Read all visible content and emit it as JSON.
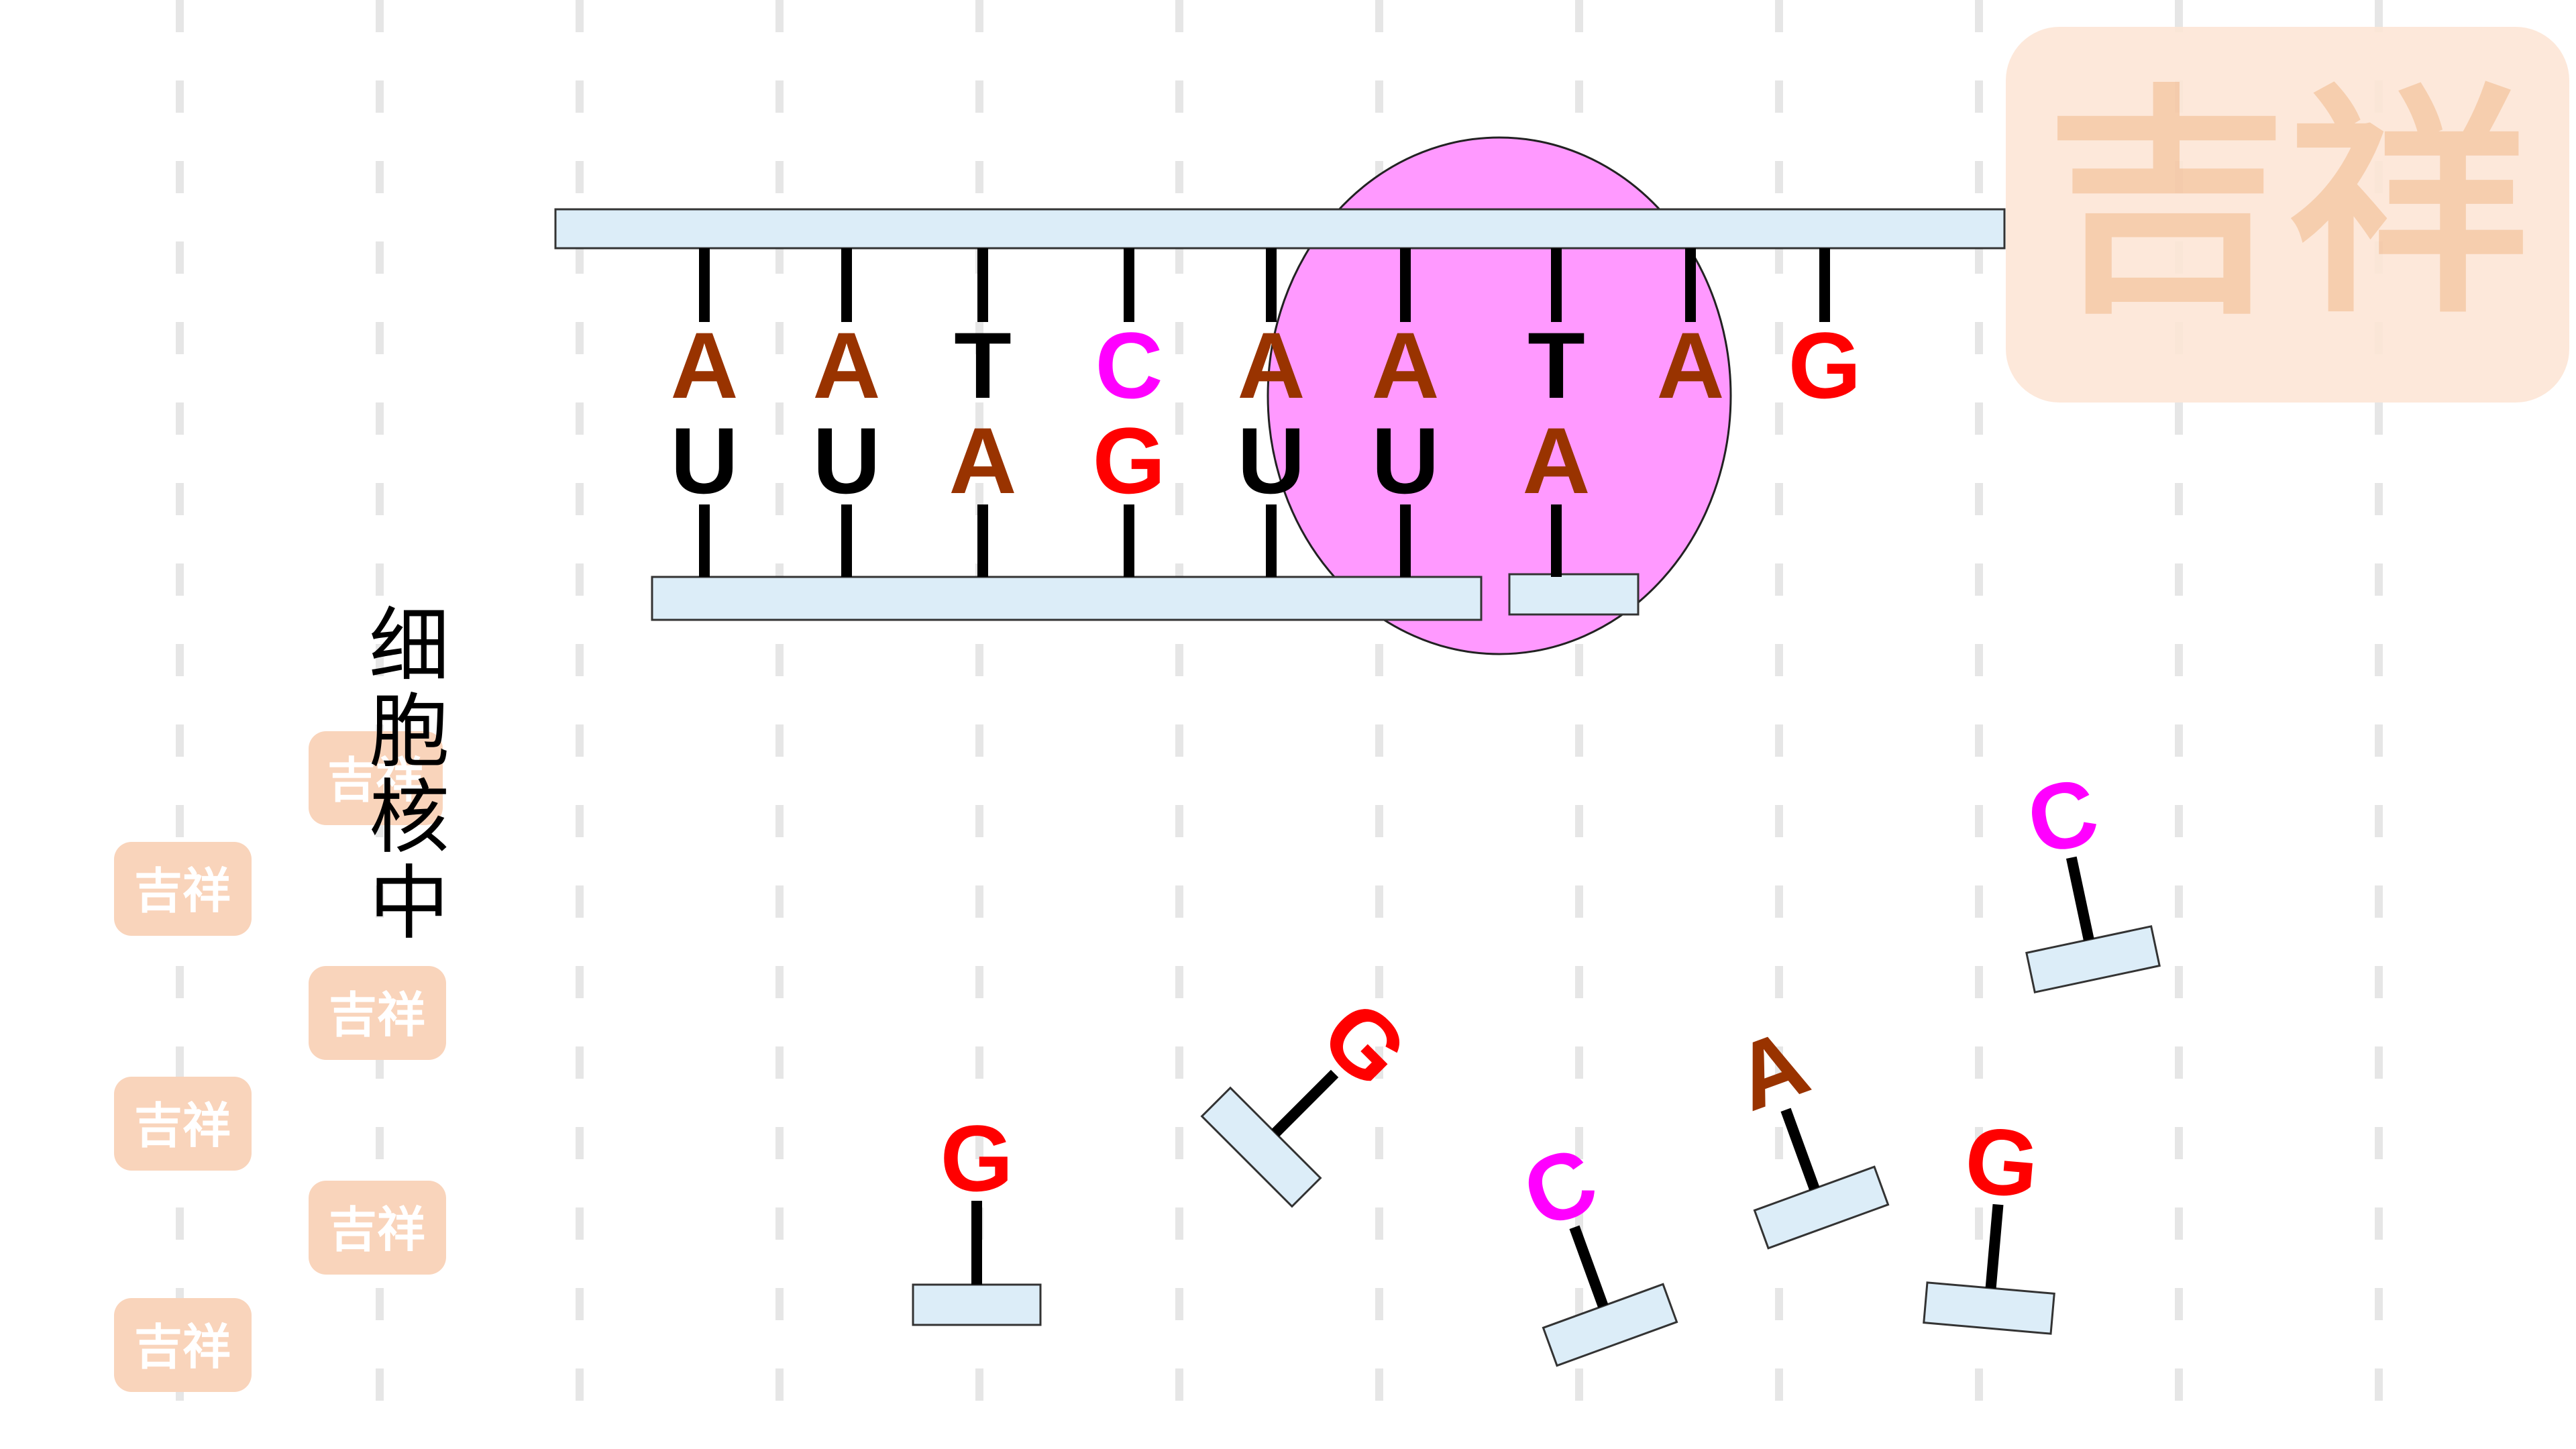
{
  "label": "细胞核中",
  "colors": {
    "A": "#993300",
    "T": "#000000",
    "U": "#000000",
    "C": "#ff00ff",
    "G": "#ff0000",
    "strand_fill": "#dcedf8",
    "nucleus_fill": "#ff99ff",
    "seal": "#f6ceb0"
  },
  "dna_template_strand": [
    "A",
    "A",
    "T",
    "C",
    "A",
    "A",
    "T",
    "A",
    "G"
  ],
  "mrna_strand": [
    "U",
    "U",
    "A",
    "G",
    "U",
    "U",
    "A"
  ],
  "free_nucleotides": [
    "G",
    "G",
    "C",
    "A",
    "G",
    "C"
  ],
  "watermark_seal": "吉祥"
}
